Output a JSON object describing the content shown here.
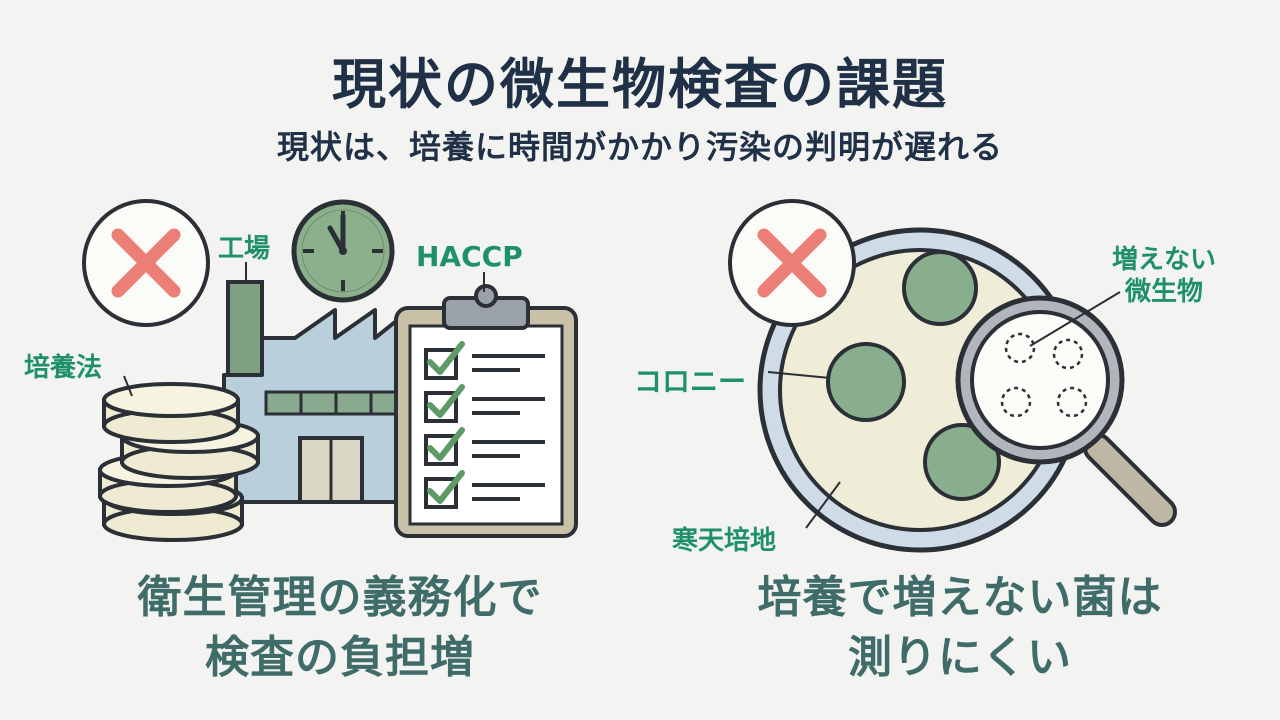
{
  "title": "現状の微生物検査の課題",
  "subtitle": "現状は、培養に時間がかかり汚染の判明が遅れる",
  "left_panel": {
    "labels": {
      "factory": "工場",
      "haccp": "HACCP",
      "culture_method": "培養法"
    },
    "caption_line1": "衛生管理の義務化で",
    "caption_line2": "検査の負担増"
  },
  "right_panel": {
    "labels": {
      "non_growing": "増えない",
      "non_growing_2": "微生物",
      "colony": "コロニー",
      "agar": "寒天培地"
    },
    "caption_line1": "培養で増えない菌は",
    "caption_line2": "測りにくい"
  },
  "colors": {
    "accent_green": "#1f9168",
    "caption_teal": "#3f6b68",
    "title_navy": "#1f3047",
    "cross_red": "#ec7f75",
    "colony_green": "#88ae8d"
  }
}
